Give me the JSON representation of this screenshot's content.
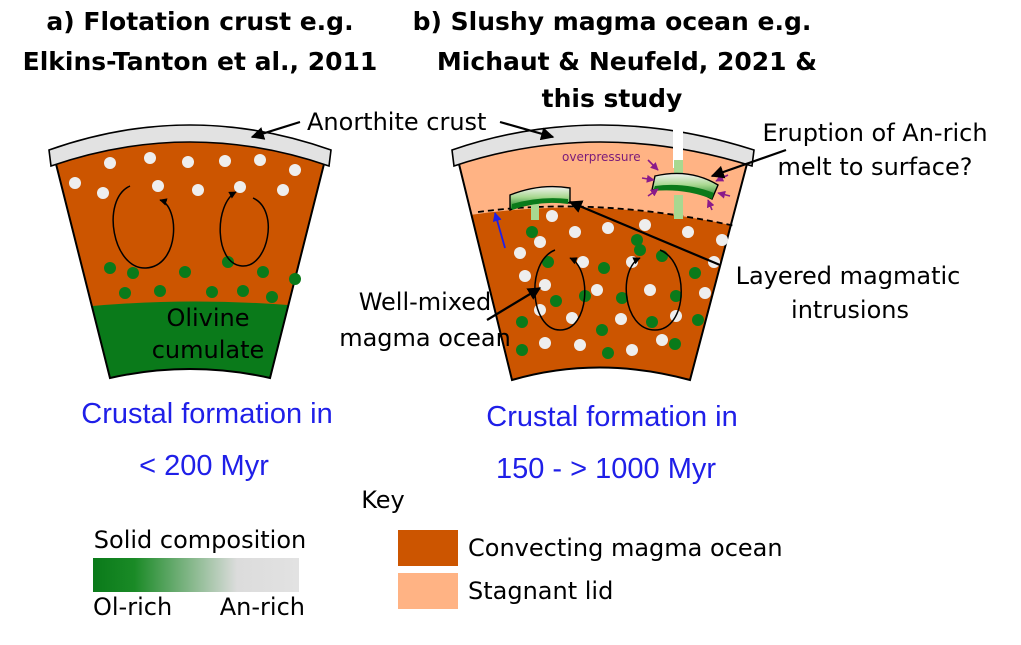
{
  "panel_a": {
    "title_line1": "a) Flotation crust e.g.",
    "title_line2": "Elkins-Tanton et al., 2011",
    "cumulate_line1": "Olivine",
    "cumulate_line2": "cumulate",
    "timescale_line1": "Crustal formation in",
    "timescale_line2": "< 200 Myr"
  },
  "panel_b": {
    "title_line1": "b) Slushy magma ocean e.g.",
    "title_line2": "Michaut & Neufeld, 2021 &",
    "title_line3": "this study",
    "overpressure": "overpressure",
    "eruption_line1": "Eruption of An-rich",
    "eruption_line2": "melt to surface?",
    "intrusions_line1": "Layered magmatic",
    "intrusions_line2": "intrusions",
    "wellmixed_line1": "Well-mixed",
    "wellmixed_line2": "magma ocean",
    "timescale_line1": "Crustal formation in",
    "timescale_line2": "150 - > 1000 Myr"
  },
  "shared": {
    "crust_label": "Anorthite crust"
  },
  "key": {
    "title": "Key",
    "gradient_title": "Solid composition",
    "gradient_left": "Ol-rich",
    "gradient_right": "An-rich",
    "convecting_label": "Convecting magma ocean",
    "lid_label": "Stagnant lid"
  },
  "colors": {
    "convecting": "#cc5500",
    "stagnant_lid": "#ffb384",
    "olivine": "#0a7a1a",
    "anorthite": "#e2e2e2",
    "arrow": "#000000",
    "blue_text": "#1f1fe8",
    "overpressure": "#8a1a8a"
  }
}
